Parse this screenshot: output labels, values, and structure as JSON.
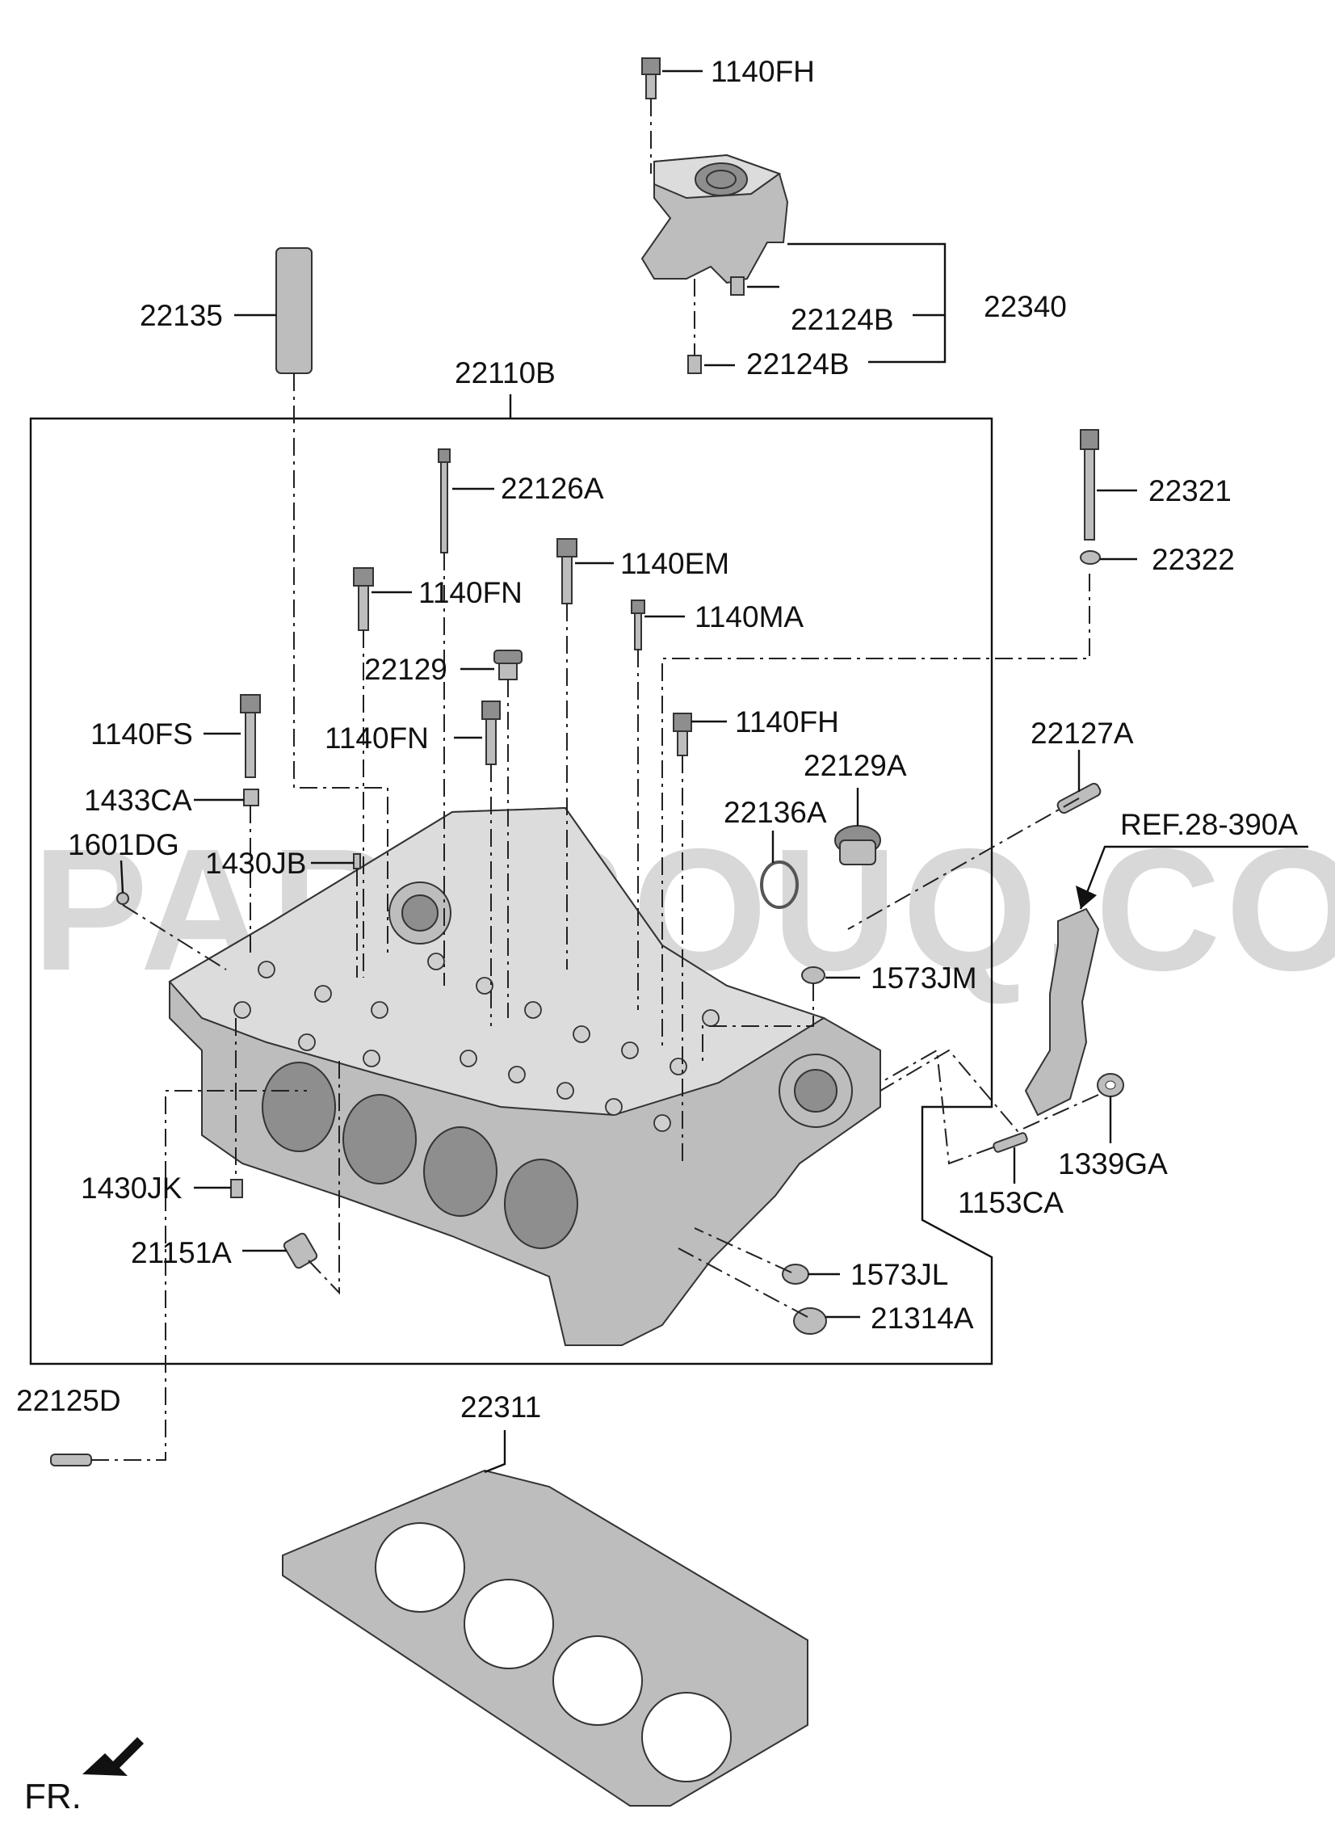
{
  "watermark": "PARTSOUQ.COM",
  "orientation_label": "FR.",
  "orientation_icon": "front-arrow-icon",
  "labels": {
    "l_1140FH_top": "1140FH",
    "l_22135": "22135",
    "l_22340": "22340",
    "l_22124B_a": "22124B",
    "l_22124B_b": "22124B",
    "l_22110B": "22110B",
    "l_22126A": "22126A",
    "l_22321": "22321",
    "l_22322": "22322",
    "l_1140EM": "1140EM",
    "l_1140FN_a": "1140FN",
    "l_1140MA": "1140MA",
    "l_22129": "22129",
    "l_1140FS": "1140FS",
    "l_1140FN_b": "1140FN",
    "l_1140FH_mid": "1140FH",
    "l_22127A": "22127A",
    "l_22129A": "22129A",
    "l_1433CA": "1433CA",
    "l_22136A": "22136A",
    "l_REF": "REF.28-390A",
    "l_1601DG": "1601DG",
    "l_1430JB": "1430JB",
    "l_1573JM": "1573JM",
    "l_1430JK": "1430JK",
    "l_1339GA": "1339GA",
    "l_1153CA": "1153CA",
    "l_21151A": "21151A",
    "l_1573JL": "1573JL",
    "l_21314A": "21314A",
    "l_22125D": "22125D",
    "l_22311": "22311"
  }
}
